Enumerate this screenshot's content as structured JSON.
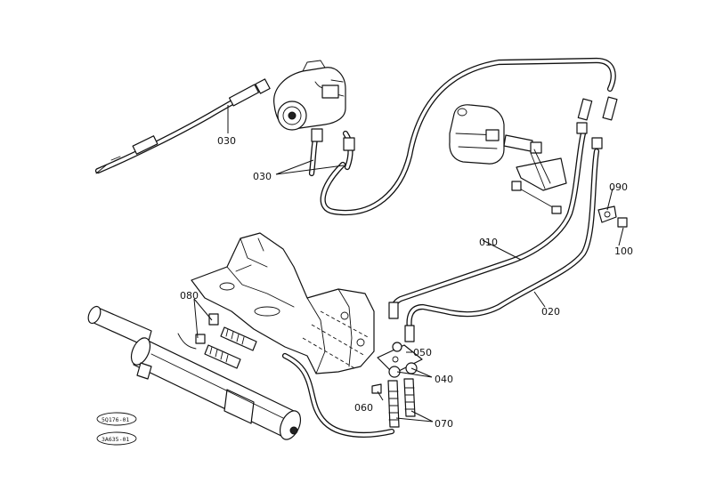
{
  "callouts": {
    "c010": "010",
    "c020": "020",
    "c030_top": "030",
    "c030_bottom": "030",
    "c040": "040",
    "c050": "050",
    "c060": "060",
    "c070": "070",
    "c080": "080",
    "c090": "090",
    "c100": "100"
  },
  "reference_codes": {
    "ref1": "5Q176-01",
    "ref2": "3A635-01"
  },
  "colors": {
    "line": "#111111",
    "background": "#ffffff"
  }
}
